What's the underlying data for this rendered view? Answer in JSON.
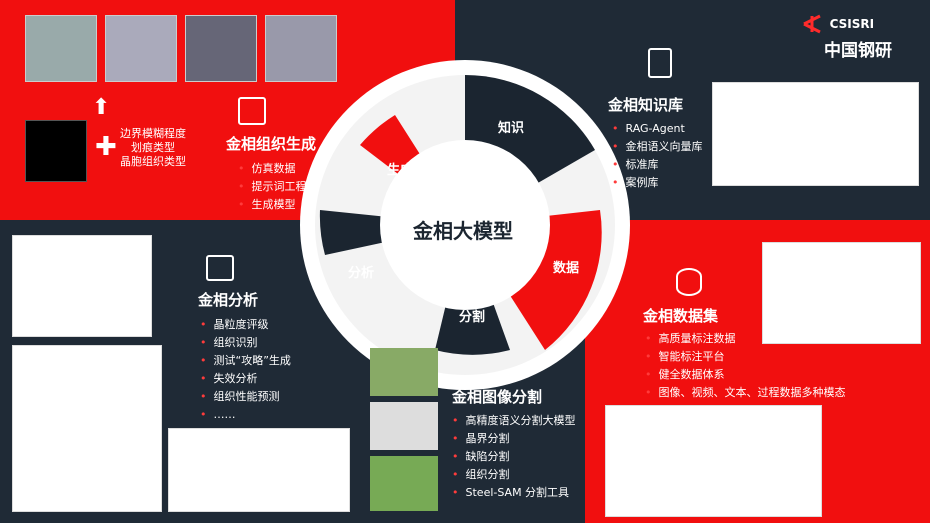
{
  "center": {
    "title": "金相大模型"
  },
  "wheel": {
    "knowledge": "知识",
    "generate": "生成",
    "analysis": "分析",
    "data": "数据",
    "segment": "分割"
  },
  "logo": {
    "text_en": "CSISRI",
    "text_cn": "中国钢研"
  },
  "generation": {
    "title": "金相组织生成",
    "items": [
      "仿真数据",
      "提示词工程",
      "生成模型"
    ],
    "types": [
      "边界模糊程度",
      "划痕类型",
      "晶胞组织类型"
    ]
  },
  "knowledge_base": {
    "title": "金相知识库",
    "items": [
      "RAG-Agent",
      "金相语义向量库",
      "标准库",
      "案例库"
    ]
  },
  "analysis": {
    "title": "金相分析",
    "items": [
      "晶粒度评级",
      "组织识别",
      "测试“攻略”生成",
      "失效分析",
      "组织性能预测",
      "……"
    ]
  },
  "dataset": {
    "title": "金相数据集",
    "items": [
      "高质量标注数据",
      "智能标注平台",
      "健全数据体系",
      "图像、视频、文本、过程数据多种模态"
    ]
  },
  "segmentation": {
    "title": "金相图像分割",
    "items": [
      "高精度语义分割大模型",
      "晶界分割",
      "缺陷分割",
      "组织分割",
      "Steel-SAM 分割工具"
    ]
  },
  "colors": {
    "red": "#f10f0f",
    "dark": "#1f2a36",
    "wheel_dark": "#1b2530"
  }
}
